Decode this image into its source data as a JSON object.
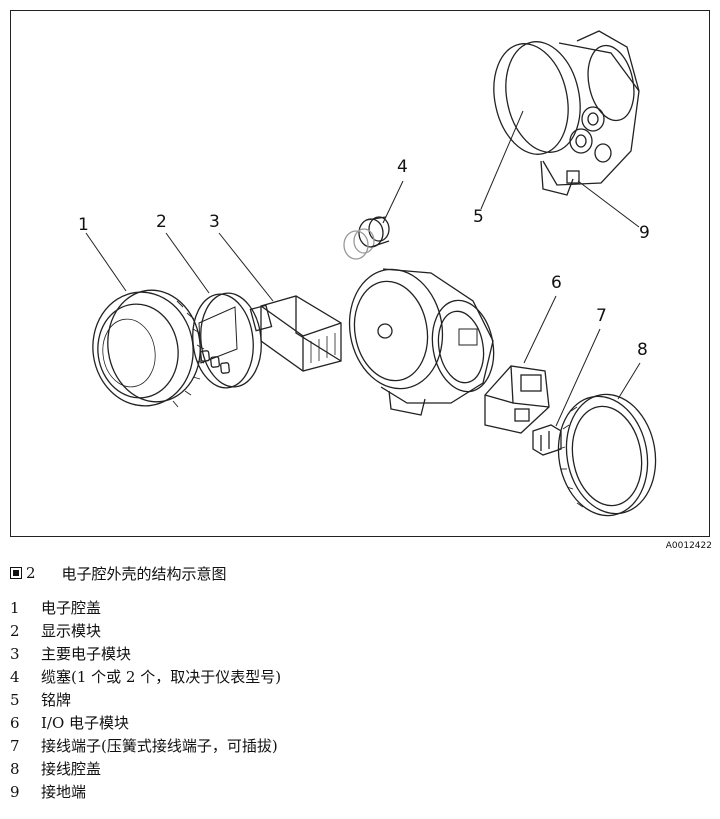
{
  "figure": {
    "code": "A0012422",
    "caption_number": "2",
    "caption_title": "电子腔外壳的结构示意图",
    "callouts": [
      "1",
      "2",
      "3",
      "4",
      "5",
      "6",
      "7",
      "8",
      "9"
    ]
  },
  "legend": [
    {
      "num": "1",
      "text": "电子腔盖"
    },
    {
      "num": "2",
      "text": "显示模块"
    },
    {
      "num": "3",
      "text": "主要电子模块"
    },
    {
      "num": "4",
      "text": "缆塞(1 个或 2 个，取决于仪表型号)"
    },
    {
      "num": "5",
      "text": "铭牌"
    },
    {
      "num": "6",
      "text": "I/O 电子模块"
    },
    {
      "num": "7",
      "text": "接线端子(压簧式接线端子，可插拔)"
    },
    {
      "num": "8",
      "text": "接线腔盖"
    },
    {
      "num": "9",
      "text": "接地端"
    }
  ]
}
